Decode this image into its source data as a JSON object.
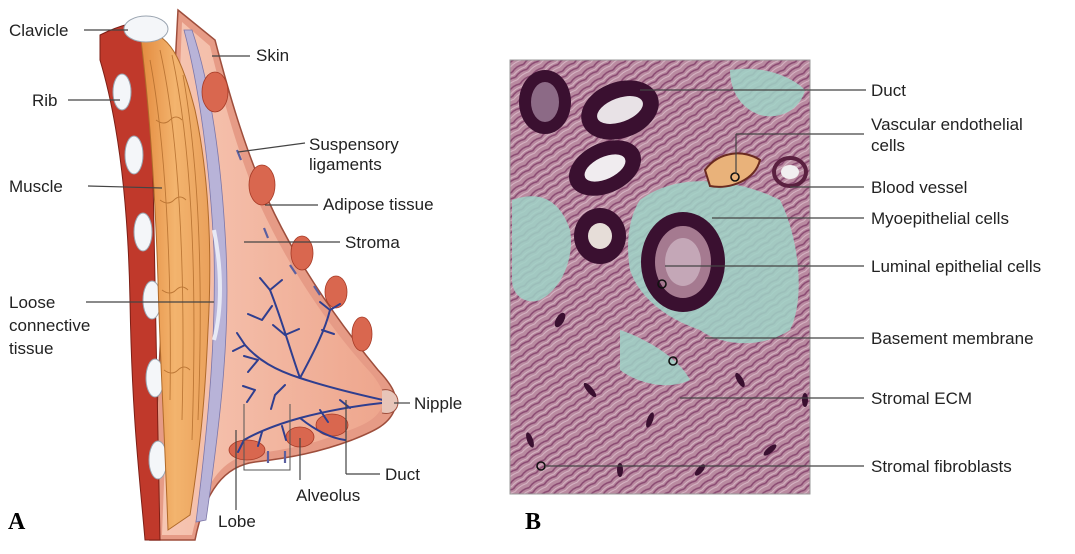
{
  "panel_a": {
    "letter": "A",
    "labels": {
      "clavicle": "Clavicle",
      "skin": "Skin",
      "rib": "Rib",
      "suspensory_1": "Suspensory",
      "suspensory_2": "ligaments",
      "muscle": "Muscle",
      "adipose": "Adipose tissue",
      "stroma": "Stroma",
      "loose_1": "Loose",
      "loose_2": "connective",
      "loose_3": "tissue",
      "nipple": "Nipple",
      "duct": "Duct",
      "alveolus": "Alveolus",
      "lobe": "Lobe"
    }
  },
  "panel_b": {
    "letter": "B",
    "labels": {
      "duct": "Duct",
      "vascular_1": "Vascular endothelial",
      "vascular_2": "cells",
      "blood_vessel": "Blood vessel",
      "myoepithelial": "Myoepithelial cells",
      "luminal": "Luminal epithelial cells",
      "basement": "Basement membrane",
      "stromal_ecm": "Stromal ECM",
      "stromal_fibroblasts": "Stromal fibroblasts"
    }
  },
  "colors": {
    "skin": "#e9a88f",
    "breast_fill": "#f0b7a0",
    "muscle": "#e9a15a",
    "chest_wall": "#c0392b",
    "fat_lobules": "#d9674f",
    "ducts": "#2f3e8f",
    "histo_bg": "#b98aa0",
    "histo_cyan": "#9fd3c7",
    "histo_nuclei": "#3a1030"
  }
}
